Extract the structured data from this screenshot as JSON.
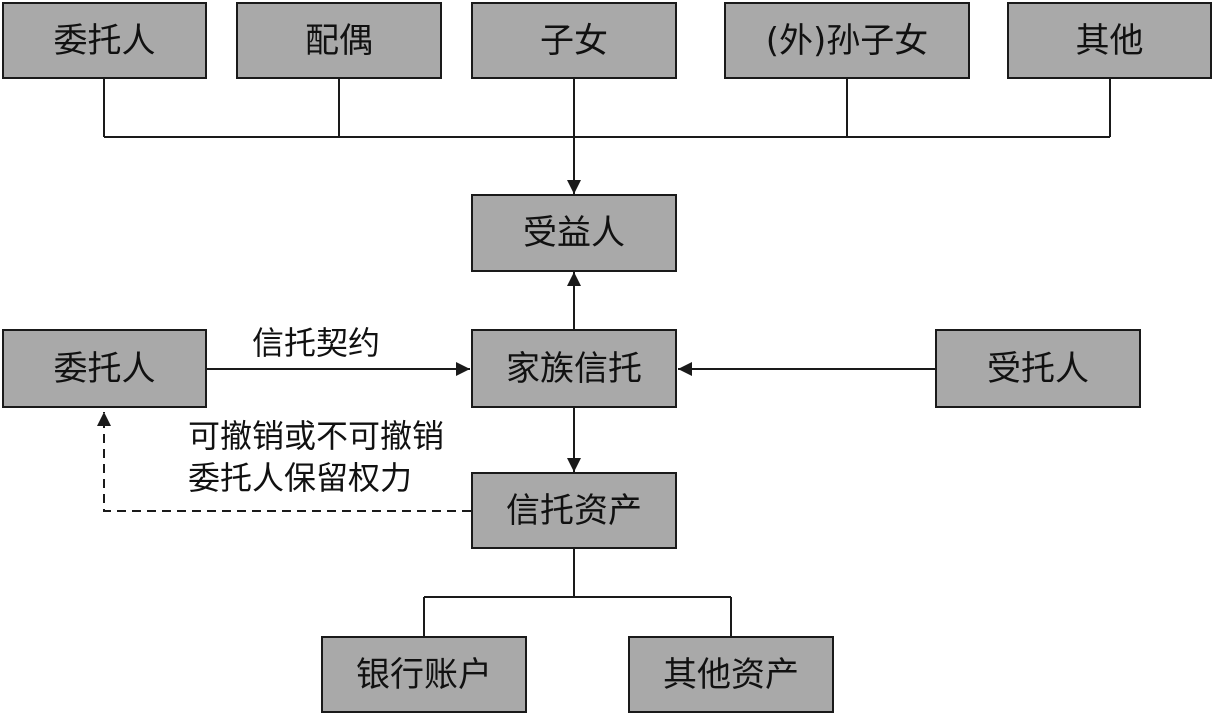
{
  "beneficiary_sources": {
    "settlor": "委托人",
    "spouse": "配偶",
    "children": "子女",
    "grandchildren": "(外)孙子女",
    "other": "其他"
  },
  "beneficiary": "受益人",
  "settlor": "委托人",
  "family_trust": "家族信托",
  "trustee": "受托人",
  "trust_assets": "信托资产",
  "asset_types": {
    "bank_account": "银行账户",
    "other_assets": "其他资产"
  },
  "edge_labels": {
    "trust_contract": "信托契约",
    "revocable_line1": "可撤销或不可撤销",
    "revocable_line2": "委托人保留权力"
  },
  "colors": {
    "box_fill": "#a9a9a9",
    "stroke": "#1a1a1a"
  }
}
